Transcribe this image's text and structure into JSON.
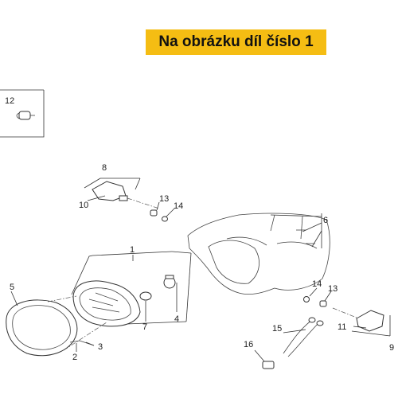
{
  "banner": {
    "text": "Na obrázku díl číslo 1"
  },
  "callouts": {
    "c1": "1",
    "c2": "2",
    "c3": "3",
    "c4": "4",
    "c5": "5",
    "c6": "6",
    "c7": "7",
    "c8": "8",
    "c9": "9",
    "c10": "10",
    "c11": "11",
    "c12": "12",
    "c13a": "13",
    "c13b": "13",
    "c14a": "14",
    "c14b": "14",
    "c15": "15",
    "c16": "16"
  }
}
